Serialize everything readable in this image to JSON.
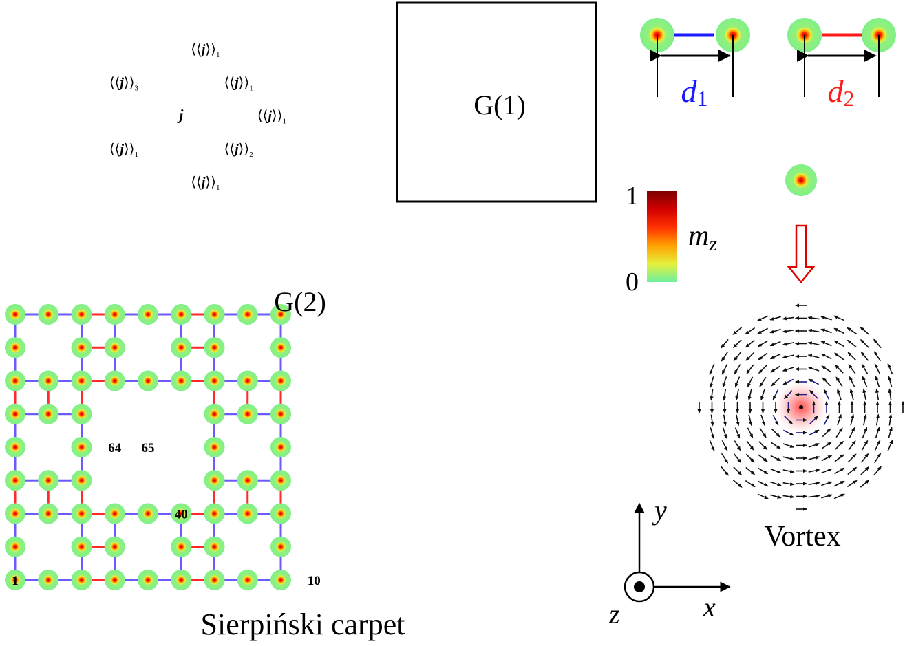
{
  "lattice": {
    "caption": "Sierpiński carpet",
    "order": 2,
    "block_labels": {
      "g1": "G(1)",
      "g2": "G(2)"
    },
    "site_numbers": [
      {
        "label": "1",
        "col": 0,
        "row": 0
      },
      {
        "label": "10",
        "col": 9,
        "row": 0
      },
      {
        "label": "40",
        "col": 5,
        "row": 2
      },
      {
        "label": "64",
        "col": 3,
        "row": 4
      },
      {
        "label": "65",
        "col": 4,
        "row": 4
      }
    ],
    "neighbor_labels": {
      "center": "j",
      "center_site": {
        "col": 5,
        "row": 14
      },
      "items": [
        {
          "main": "j",
          "sub": "1",
          "col": 5,
          "row": 16,
          "pos": "right"
        },
        {
          "main": "j",
          "sub": "3",
          "col": 4,
          "row": 15,
          "pos": "left"
        },
        {
          "main": "j",
          "sub": "1",
          "col": 6,
          "row": 15,
          "pos": "right"
        },
        {
          "main": "j",
          "sub": "1",
          "col": 7,
          "row": 14,
          "pos": "right"
        },
        {
          "main": "j",
          "sub": "1",
          "col": 4,
          "row": 13,
          "pos": "left"
        },
        {
          "main": "j",
          "sub": "2",
          "col": 6,
          "row": 13,
          "pos": "right"
        },
        {
          "main": "j",
          "sub": "1",
          "col": 5,
          "row": 12,
          "pos": "right"
        }
      ]
    }
  },
  "bonds": {
    "d1": {
      "label": "d",
      "sub": "1",
      "color": "#1a1aff"
    },
    "d2": {
      "label": "d",
      "sub": "2",
      "color": "#ff1a1a"
    },
    "lattice_blue": "#6b5bff",
    "lattice_red": "#ff2a2a"
  },
  "colorbar": {
    "label": "m",
    "label_sub": "z",
    "max": "1",
    "min": "0",
    "stops": [
      "#6cf0a0",
      "#e6f03c",
      "#ffa000",
      "#ff3000",
      "#d00000",
      "#7a0000"
    ]
  },
  "vortex": {
    "label": "Vortex"
  },
  "axes": {
    "x": "x",
    "y": "y",
    "z": "z"
  }
}
